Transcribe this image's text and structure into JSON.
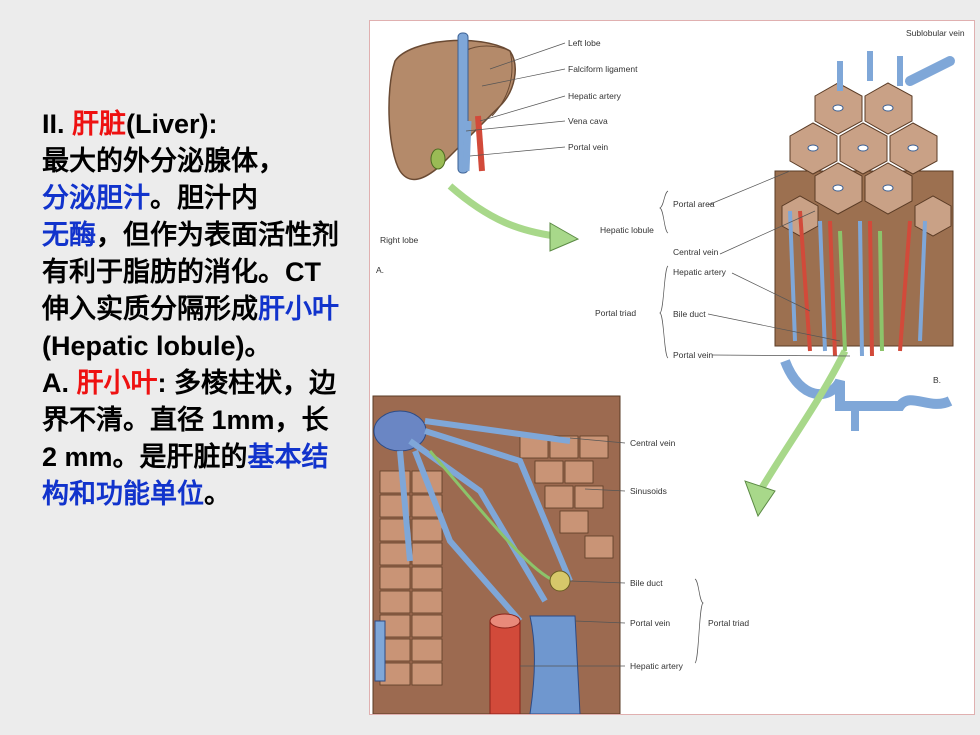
{
  "text": {
    "s1_num": "II. ",
    "s1_red": "肝脏",
    "s1_tail": "(Liver):",
    "s2": "最大的外分泌腺体，",
    "s3_blue": "分泌胆汁",
    "s3_tail": "。胆汁内",
    "s4_blue": "无酶",
    "s4_tail": "，但作为表面活性剂有利于脂肪的消化。CT伸入实质分隔形成",
    "s5_blue": "肝小叶",
    "s6": "(Hepatic lobule)。",
    "s7_num": "A. ",
    "s7_red": "肝小叶",
    "s7_tail": ": 多棱柱状，边界不清。直径 1mm，长 2 mm。是肝脏的",
    "s8_blue": "基本结构和功能单位",
    "s8_tail": "。"
  },
  "figure": {
    "top_labels": [
      "Left lobe",
      "Falciform ligament",
      "Hepatic artery",
      "Vena cava",
      "Portal vein"
    ],
    "right_lobe": "Right lobe",
    "panel_a": "A.",
    "panel_b": "B.",
    "sublobular": "Sublobular vein",
    "hepatic_lobule": "Hepatic lobule",
    "portal_area": "Portal area",
    "central_vein": "Central vein",
    "portal_triad": "Portal triad",
    "hepatic_artery": "Hepatic artery",
    "bile_duct": "Bile duct",
    "portal_vein": "Portal vein",
    "bottom_labels": [
      "Central vein",
      "Sinusoids",
      "Bile duct",
      "Portal vein",
      "Hepatic artery"
    ],
    "bottom_triad": "Portal triad"
  }
}
